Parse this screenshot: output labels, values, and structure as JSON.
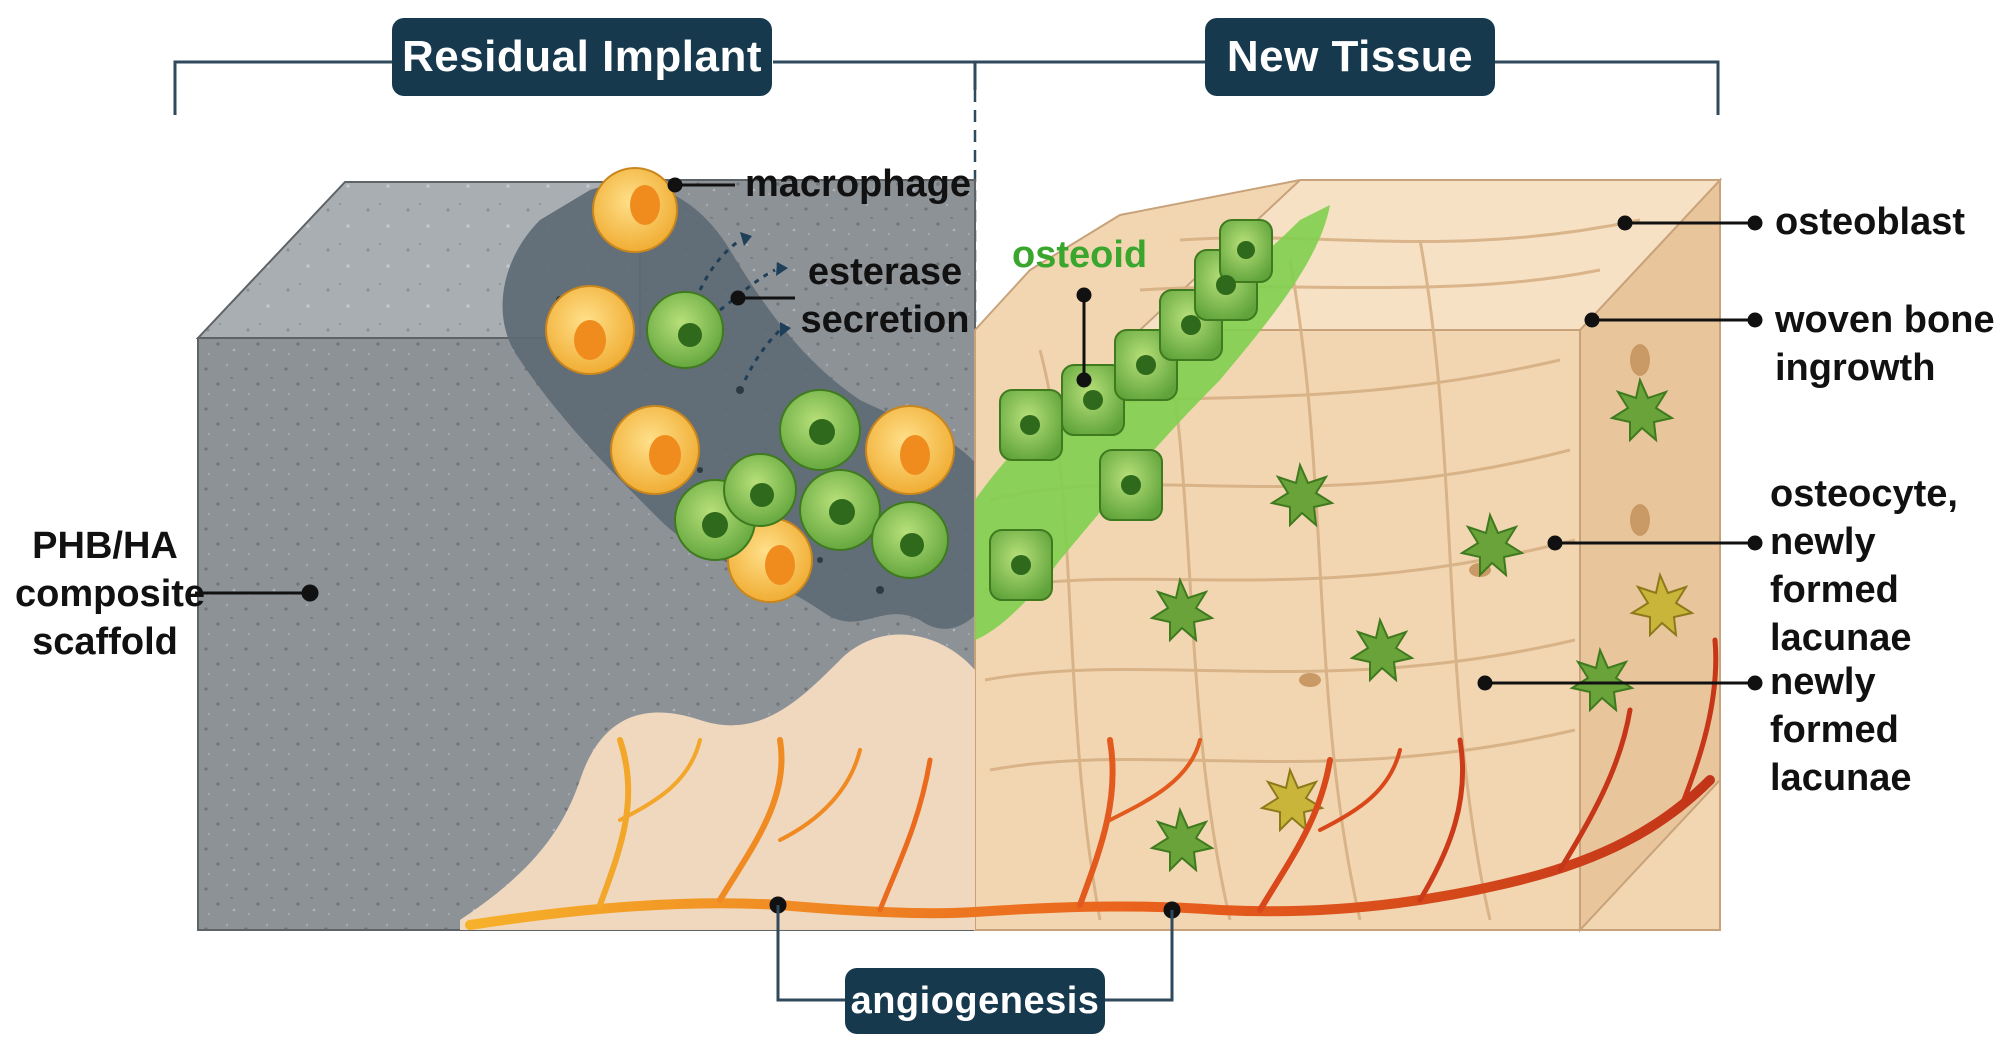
{
  "headers": {
    "residual": "Residual Implant",
    "new_tissue": "New Tissue"
  },
  "labels": {
    "macrophage": "macrophage",
    "esterase_line1": "esterase",
    "esterase_line2": "secretion",
    "osteoid": "osteoid",
    "scaffold_line1": "PHB/HA",
    "scaffold_line2": "composite",
    "scaffold_line3": "scaffold",
    "osteoblast": "osteoblast",
    "woven_line1": "woven bone",
    "woven_line2": "ingrowth",
    "osteocyte_line1": "osteocyte,",
    "osteocyte_line2": "newly formed",
    "osteocyte_line3": "lacunae",
    "lacunae_line1": "newly formed",
    "lacunae_line2": "lacunae",
    "angiogenesis": "angiogenesis"
  },
  "colors": {
    "pill": "#17394d",
    "scaffold": "#8e9499",
    "bone": "#f3d7b3",
    "osteoid": "#7fcf4f",
    "macrophage": "#f4b73c",
    "vessel": "#e2551f"
  }
}
